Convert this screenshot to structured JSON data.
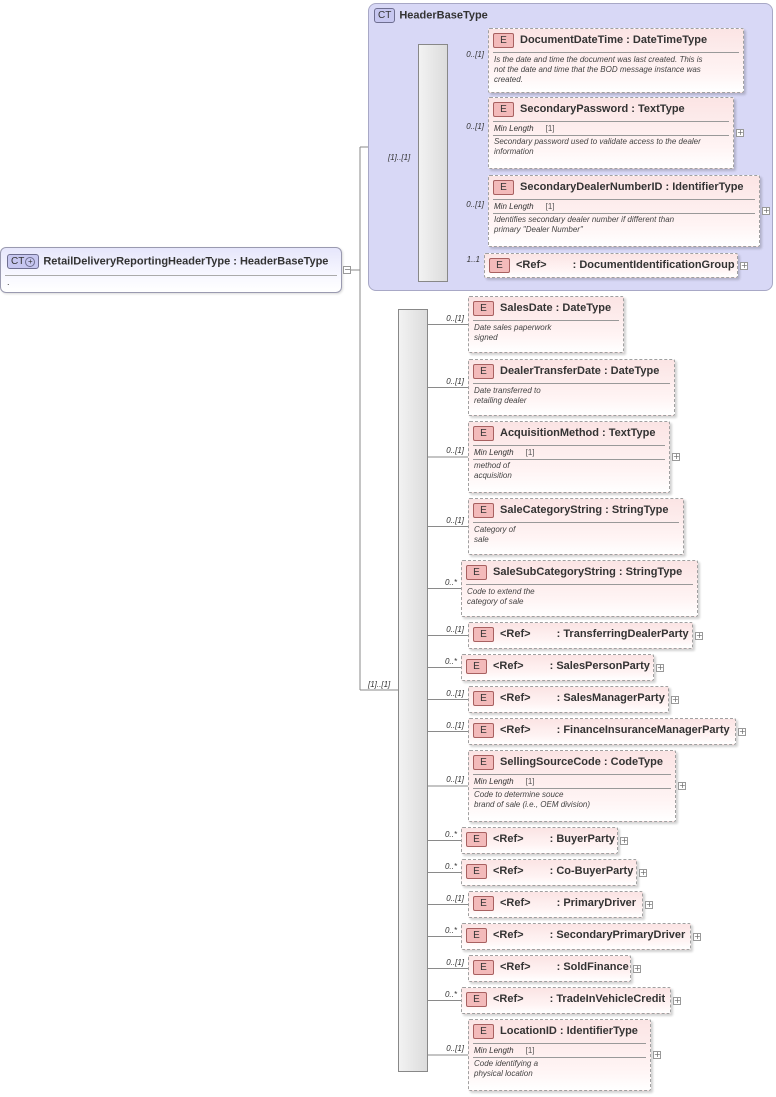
{
  "main_type": {
    "badge": "CT",
    "title": "RetailDeliveryReportingHeaderType : HeaderBaseType",
    "doc": "."
  },
  "header_type": {
    "badge": "CT",
    "title": "HeaderBaseType",
    "sequence_occurrence": "[1]..[1]",
    "elements": [
      {
        "occurrence": "0..[1]",
        "name": "DocumentDateTime",
        "type": "DateTimeType",
        "ref": false,
        "min_length": null,
        "doc": "Is the date and time the document was last created. This is\n   not the date and time that the BOD message instance was\ncreated.",
        "expandable": false
      },
      {
        "occurrence": "0..[1]",
        "name": "SecondaryPassword",
        "type": "TextType",
        "ref": false,
        "min_length": "[1]",
        "doc": "Secondary password used to validate access to the dealer\ninformation",
        "expandable": true
      },
      {
        "occurrence": "0..[1]",
        "name": "SecondaryDealerNumberID",
        "type": "IdentifierType",
        "ref": false,
        "min_length": "[1]",
        "doc": "Identifies secondary dealer number if different than\nprimary \"Dealer Number\"",
        "expandable": true
      },
      {
        "occurrence": "1..1",
        "name": "DocumentIdentificationGroup",
        "type": "",
        "ref": true,
        "min_length": null,
        "doc": "",
        "expandable": true
      }
    ]
  },
  "body_sequence": {
    "occurrence": "[1]..[1]",
    "elements": [
      {
        "occurrence": "0..[1]",
        "name": "SalesDate",
        "type": "DateType",
        "ref": false,
        "min_length": null,
        "doc": "Date sales paperwork\nsigned",
        "expandable": false
      },
      {
        "occurrence": "0..[1]",
        "name": "DealerTransferDate",
        "type": "DateType",
        "ref": false,
        "min_length": null,
        "doc": "Date transferred to\nretailing dealer",
        "expandable": false
      },
      {
        "occurrence": "0..[1]",
        "name": "AcquisitionMethod",
        "type": "TextType",
        "ref": false,
        "min_length": "[1]",
        "doc": "method of\nacquisition",
        "expandable": true
      },
      {
        "occurrence": "0..[1]",
        "name": "SaleCategoryString",
        "type": "StringType",
        "ref": false,
        "min_length": null,
        "doc": "Category of\nsale",
        "expandable": false
      },
      {
        "occurrence": "0..*",
        "name": "SaleSubCategoryString",
        "type": "StringType",
        "ref": false,
        "min_length": null,
        "doc": "Code to extend the\ncategory of sale",
        "expandable": false
      },
      {
        "occurrence": "0..[1]",
        "name": "TransferringDealerParty",
        "type": "",
        "ref": true,
        "min_length": null,
        "doc": "",
        "expandable": true
      },
      {
        "occurrence": "0..*",
        "name": "SalesPersonParty",
        "type": "",
        "ref": true,
        "min_length": null,
        "doc": "",
        "expandable": true
      },
      {
        "occurrence": "0..[1]",
        "name": "SalesManagerParty",
        "type": "",
        "ref": true,
        "min_length": null,
        "doc": "",
        "expandable": true
      },
      {
        "occurrence": "0..[1]",
        "name": "FinanceInsuranceManagerParty",
        "type": "",
        "ref": true,
        "min_length": null,
        "doc": "",
        "expandable": true
      },
      {
        "occurrence": "0..[1]",
        "name": "SellingSourceCode",
        "type": "CodeType",
        "ref": false,
        "min_length": "[1]",
        "doc": "Code to determine souce\nbrand of sale (i.e., OEM division)",
        "expandable": true
      },
      {
        "occurrence": "0..*",
        "name": "BuyerParty",
        "type": "",
        "ref": true,
        "min_length": null,
        "doc": "",
        "expandable": true
      },
      {
        "occurrence": "0..*",
        "name": "Co-BuyerParty",
        "type": "",
        "ref": true,
        "min_length": null,
        "doc": "",
        "expandable": true
      },
      {
        "occurrence": "0..[1]",
        "name": "PrimaryDriver",
        "type": "",
        "ref": true,
        "min_length": null,
        "doc": "",
        "expandable": true
      },
      {
        "occurrence": "0..*",
        "name": "SecondaryPrimaryDriver",
        "type": "",
        "ref": true,
        "min_length": null,
        "doc": "",
        "expandable": true
      },
      {
        "occurrence": "0..[1]",
        "name": "SoldFinance",
        "type": "",
        "ref": true,
        "min_length": null,
        "doc": "",
        "expandable": true
      },
      {
        "occurrence": "0..*",
        "name": "TradeInVehicleCredit",
        "type": "",
        "ref": true,
        "min_length": null,
        "doc": "",
        "expandable": true
      },
      {
        "occurrence": "0..[1]",
        "name": "LocationID",
        "type": "IdentifierType",
        "ref": false,
        "min_length": "[1]",
        "doc": "Code identifying a\nphysical location",
        "expandable": true
      }
    ]
  },
  "labels": {
    "element_badge": "E",
    "ref_label": "<Ref>",
    "min_length_label": "Min Length",
    "type_separator": " : "
  },
  "colors": {
    "element_fill": "#fbe4e4",
    "element_badge": "#f3baba",
    "complex_type_fill": "#d8d8f6",
    "compositor_fill": "#e6e6e6"
  }
}
